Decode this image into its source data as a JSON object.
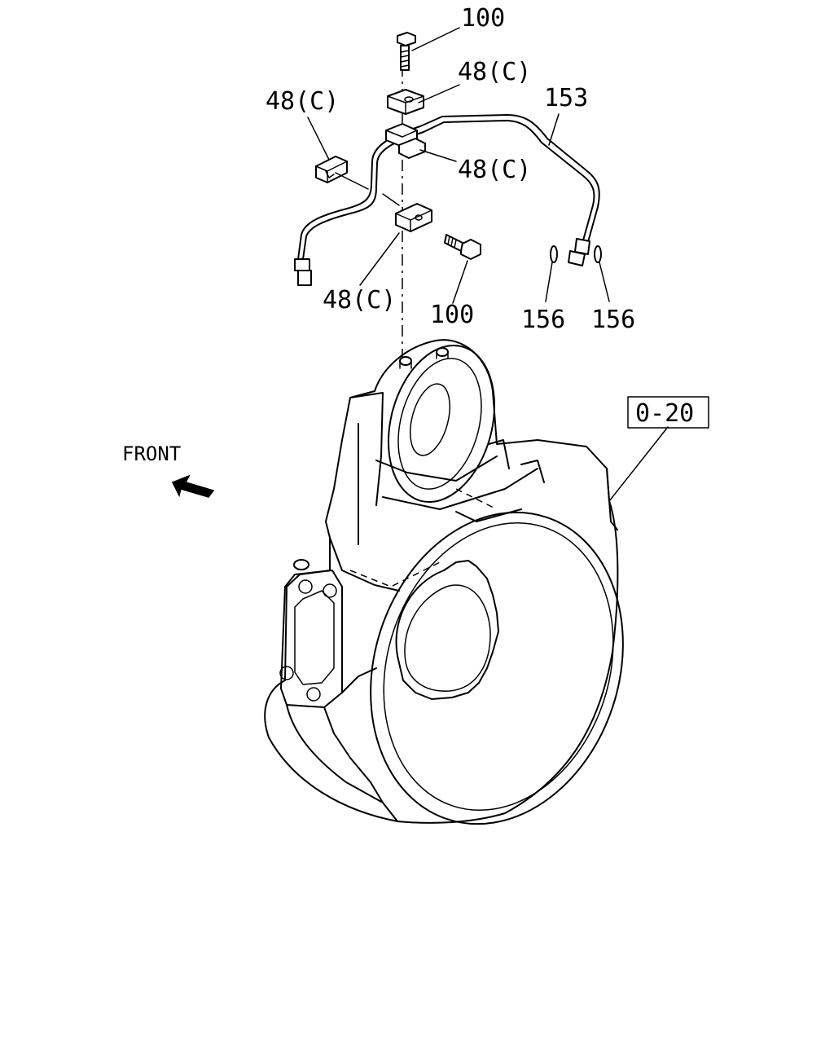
{
  "callouts": {
    "bolt_top": "100",
    "clip_top_right": "48(C)",
    "clip_left": "48(C)",
    "pipe": "153",
    "clip_mid_right": "48(C)",
    "clip_bottom": "48(C)",
    "bolt_bottom": "100",
    "gasket_left": "156",
    "gasket_right": "156",
    "housing_ref": "0-20"
  },
  "direction_label": "FRONT"
}
